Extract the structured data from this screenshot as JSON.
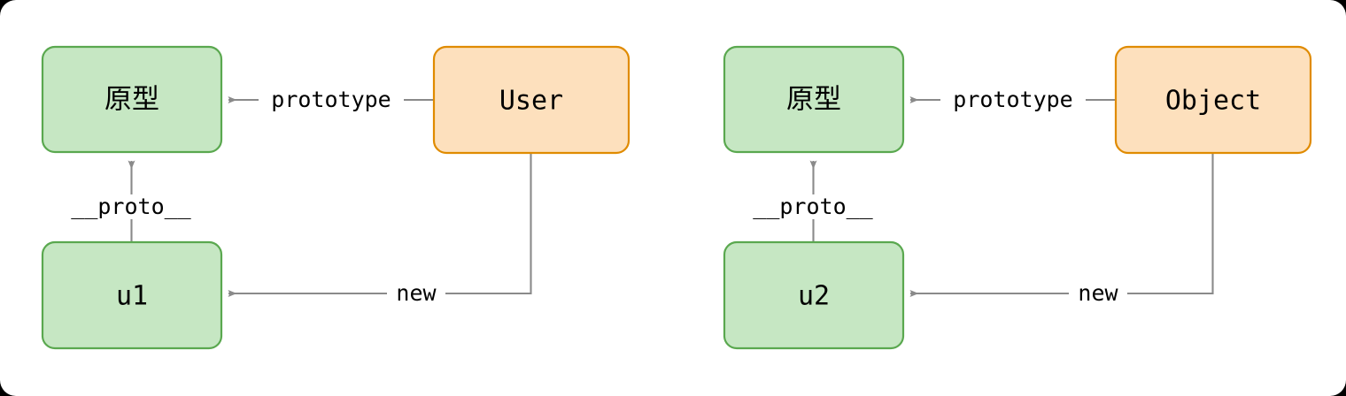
{
  "diagram": {
    "type": "prototype-chain-diagram",
    "colors": {
      "node_green_fill": "#c6e7c3",
      "node_green_stroke": "#5aa84f",
      "node_orange_fill": "#fde0bd",
      "node_orange_stroke": "#e08b00",
      "edge_stroke": "#8a8a8a",
      "text": "#000000",
      "page_background": "#ffffff",
      "outer_background": "#000000"
    },
    "groups": [
      {
        "name": "user-group",
        "nodes": {
          "prototype_node": "原型",
          "constructor_node": "User",
          "instance_node": "u1"
        },
        "edges": {
          "prototype_edge": "prototype",
          "proto_edge": "__proto__",
          "new_edge": "new"
        }
      },
      {
        "name": "object-group",
        "nodes": {
          "prototype_node": "原型",
          "constructor_node": "Object",
          "instance_node": "u2"
        },
        "edges": {
          "prototype_edge": "prototype",
          "proto_edge": "__proto__",
          "new_edge": "new"
        }
      }
    ]
  }
}
